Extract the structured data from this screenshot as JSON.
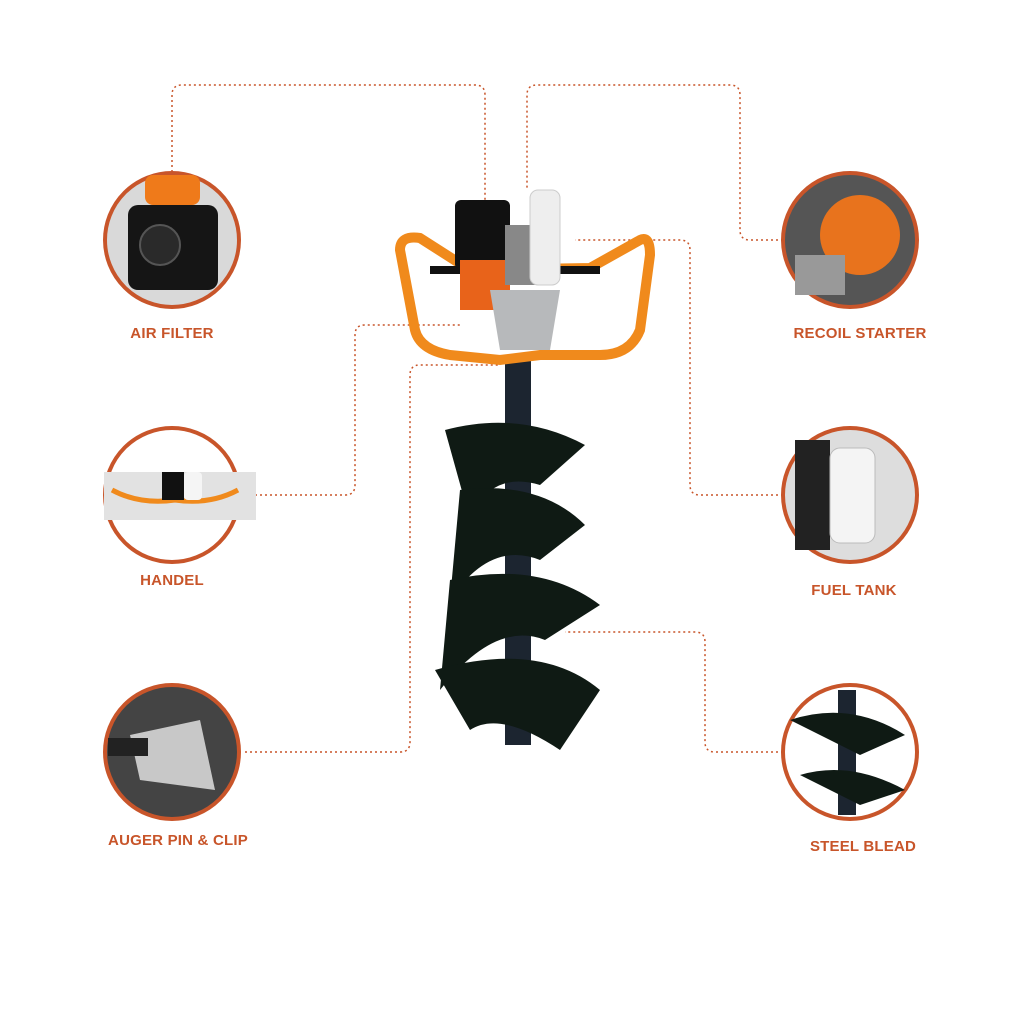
{
  "accent_color": "#c8552a",
  "features": [
    {
      "id": "air-filter",
      "label": "AIR FILTER"
    },
    {
      "id": "recoil-starter",
      "label": "RECOIL STARTER"
    },
    {
      "id": "handle",
      "label": "HANDEL"
    },
    {
      "id": "fuel-tank",
      "label": "FUEL TANK"
    },
    {
      "id": "auger-pin",
      "label": "AUGER PIN & CLIP"
    },
    {
      "id": "steel-blade",
      "label": "STEEL BLEAD"
    }
  ]
}
